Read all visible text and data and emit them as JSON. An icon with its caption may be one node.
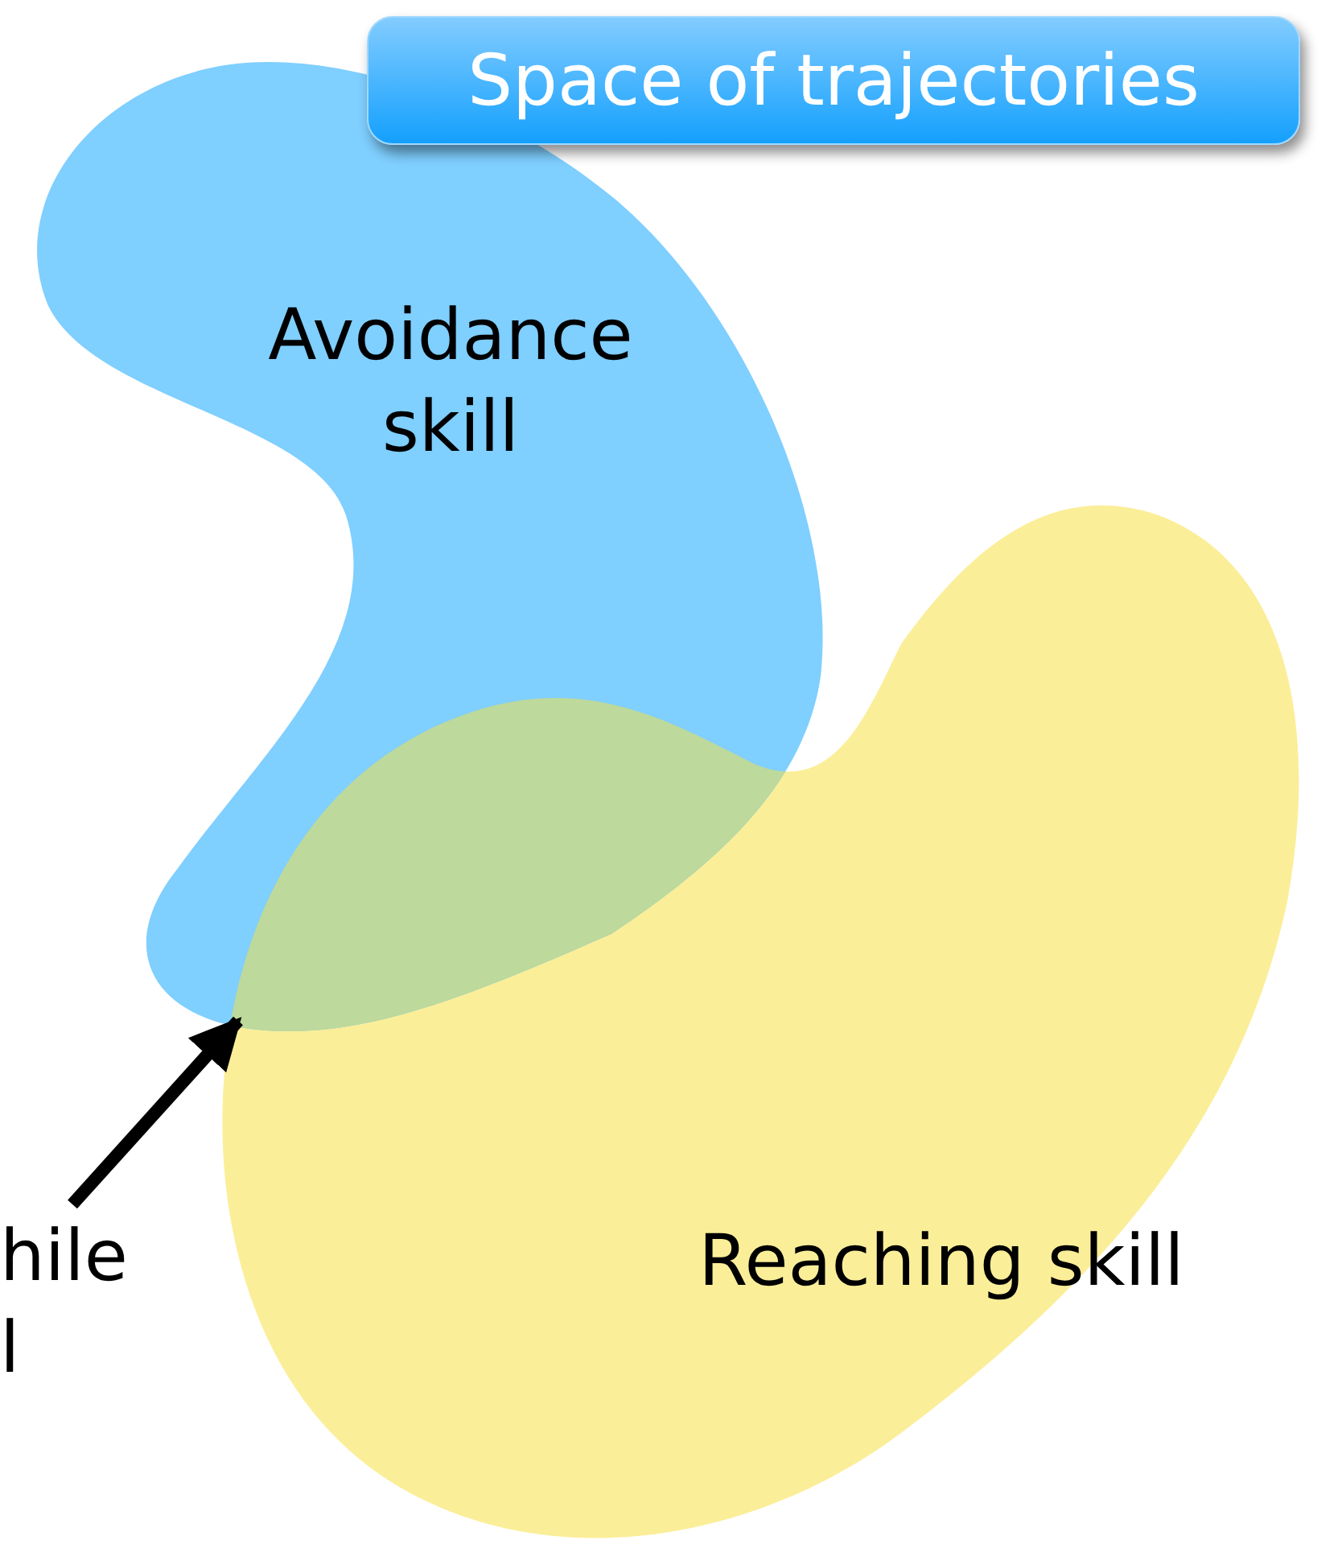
{
  "diagram": {
    "nodes": [
      {
        "text": [
          "Space of trajectories"
        ]
      },
      {
        "text": [
          "Avoidance skill"
        ]
      },
      {
        "text": [
          "Reaching skill"
        ]
      },
      {
        "text": [],
        "shape": "lens"
      },
      {
        "text": [
          "hile l"
        ]
      }
    ],
    "edges": [
      {
        "from": 4,
        "to": 3,
        "arrow": "to"
      }
    ]
  }
}
